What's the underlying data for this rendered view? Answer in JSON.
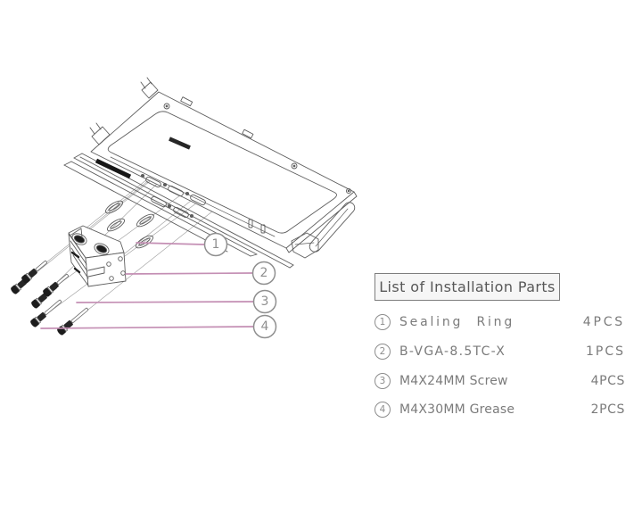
{
  "diagram": {
    "callouts": [
      {
        "number": "1"
      },
      {
        "number": "2"
      },
      {
        "number": "3"
      },
      {
        "number": "4"
      }
    ]
  },
  "parts_list": {
    "title": "List of Installation Parts",
    "items": [
      {
        "number": "1",
        "name": "Sealing Ring",
        "qty": "4PCS"
      },
      {
        "number": "2",
        "name": "B-VGA-8.5TC-X",
        "qty": "1PCS"
      },
      {
        "number": "3",
        "name": "M4X24MM Screw",
        "qty": "4PCS"
      },
      {
        "number": "4",
        "name": "M4X30MM Grease",
        "qty": "2PCS"
      }
    ]
  },
  "colors": {
    "line_art": "#5e5e5e",
    "guide_line": "#9a9a9a",
    "leader_line": "#c48fb4",
    "screw_dark": "#1c1c1c",
    "callout_circle": "#8f8f8f",
    "list_text": "#7b7b7b",
    "title_text": "#585858"
  }
}
